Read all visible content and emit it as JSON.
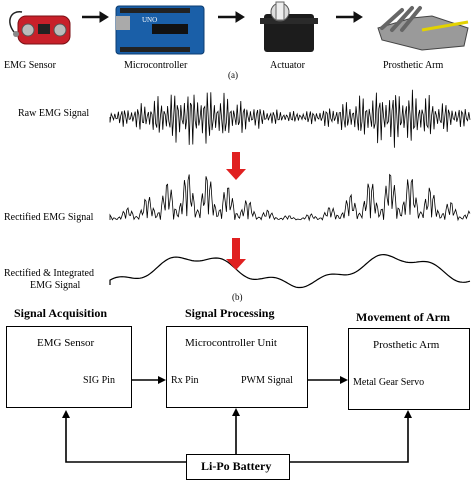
{
  "part_a": {
    "stages": [
      {
        "label": "EMG Sensor"
      },
      {
        "label": "Microcontroller"
      },
      {
        "label": "Actuator"
      },
      {
        "label": "Prosthetic Arm"
      }
    ],
    "caption": "(a)"
  },
  "part_b": {
    "signals": [
      {
        "label": "Raw EMG Signal"
      },
      {
        "label": "Rectified EMG Signal"
      },
      {
        "label_line1": "Rectified & Integrated",
        "label_line2": "EMG Signal"
      }
    ],
    "caption": "(b)",
    "arrow_color": "#e02020"
  },
  "part_c": {
    "section_titles": {
      "acquisition": "Signal Acquisition",
      "processing": "Signal Processing",
      "movement": "Movement of Arm"
    },
    "emg_box": {
      "title": "EMG Sensor",
      "pin": "SIG Pin"
    },
    "mcu_box": {
      "title": "Microcontroller  Unit",
      "rx": "Rx Pin",
      "pwm": "PWM Signal"
    },
    "arm_box": {
      "title": "Prosthetic Arm",
      "servo": "Metal Gear Servo"
    },
    "battery": "Li-Po Battery"
  }
}
